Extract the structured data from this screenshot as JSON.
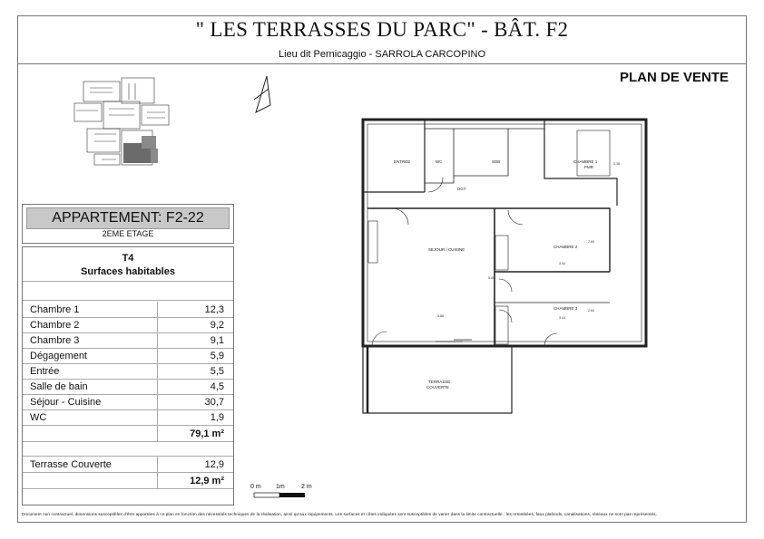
{
  "header": {
    "title": "\" LES TERRASSES DU PARC\" - BÂT. F2",
    "subtitle": "Lieu dit Pernicaggio - SARROLA CARCOPINO",
    "plan_label": "PLAN DE VENTE"
  },
  "apartment": {
    "name": "APPARTEMENT: F2-22",
    "floor": "2EME ETAGE"
  },
  "surfaces": {
    "type": "T4",
    "heading": "Surfaces habitables",
    "rows": [
      {
        "label": "Chambre 1",
        "value": "12,3"
      },
      {
        "label": "Chambre 2",
        "value": "9,2"
      },
      {
        "label": "Chambre 3",
        "value": "9,1"
      },
      {
        "label": "Dégagement",
        "value": "5,9"
      },
      {
        "label": "Entrée",
        "value": "5,5"
      },
      {
        "label": "Salle de bain",
        "value": "4,5"
      },
      {
        "label": "Séjour - Cuisine",
        "value": "30,7"
      },
      {
        "label": "WC",
        "value": "1,9"
      }
    ],
    "total": "79,1 m²",
    "terrace_label": "Terrasse Couverte",
    "terrace_value": "12,9",
    "terrace_total": "12,9 m²"
  },
  "plan": {
    "rooms": {
      "entree": "ENTREE",
      "wc": "WC",
      "sdb": "SDB",
      "dgt": "DGT",
      "chambre1": "CHAMBRE 1",
      "chambre1_sub": "PMR",
      "sejour": "SEJOUR / CUISINE",
      "chambre2": "CHAMBRE 2",
      "chambre3": "CHAMBRE 3",
      "terrasse": "TERRASSE",
      "terrasse_sub": "COUVERTE"
    },
    "dims": {
      "sejour_w": "5.88",
      "sejour_h": "5.49",
      "ch2_w": "3.44",
      "ch2_h": "2.69",
      "ch3_w": "3.44",
      "ch3_h": "2.64",
      "ch1_h": "3.38"
    }
  },
  "scale": {
    "labels": [
      "0 m",
      "1m",
      "2 m"
    ]
  },
  "disclaimer": "Document non contractuel, dimensions susceptibles d'être apportées à ce plan en fonction des nécessités techniques de la réalisation, ainsi qu'aux équipements. Les surfaces et côtes indiquées sont susceptibles de varier dans la limite contractuelle ; les retombées, faux plafonds, canalisations, réseaux ne sont pas représentés."
}
